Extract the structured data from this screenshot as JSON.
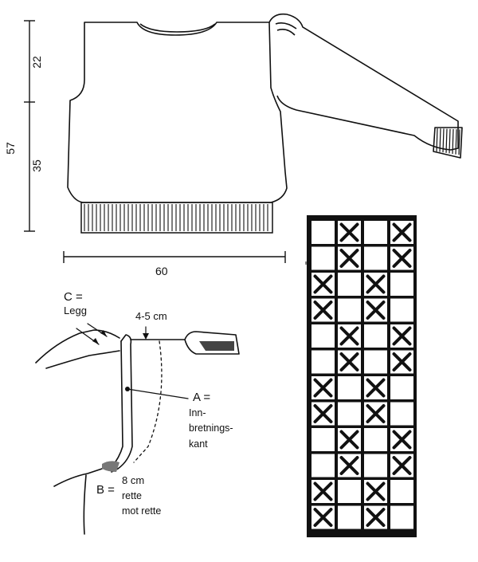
{
  "measurements": {
    "upper_height": "22",
    "lower_height": "35",
    "total_height": "57",
    "width": "60",
    "neck_depth": "4-5 cm"
  },
  "callouts": {
    "c_label": "C =",
    "c_text": "Legg",
    "a_label": "A =",
    "a_line1": "Inn-",
    "a_line2": "bretnings-",
    "a_line3": "kant",
    "b_label": "B =",
    "b_line1": "8 cm",
    "b_line2": "rette",
    "b_line3": "mot rette"
  },
  "chart_grid": {
    "columns": 4,
    "rows": 12,
    "marker": "X",
    "x_cells": [
      [
        false,
        true,
        false,
        true
      ],
      [
        false,
        true,
        false,
        true
      ],
      [
        true,
        false,
        true,
        false
      ],
      [
        true,
        false,
        true,
        false
      ],
      [
        false,
        true,
        false,
        true
      ],
      [
        false,
        true,
        false,
        true
      ],
      [
        true,
        false,
        true,
        false
      ],
      [
        true,
        false,
        true,
        false
      ],
      [
        false,
        true,
        false,
        true
      ],
      [
        false,
        true,
        false,
        true
      ],
      [
        true,
        false,
        true,
        false
      ],
      [
        true,
        false,
        true,
        false
      ]
    ],
    "fill_color": "#ffffff",
    "border_color": "#111111"
  }
}
